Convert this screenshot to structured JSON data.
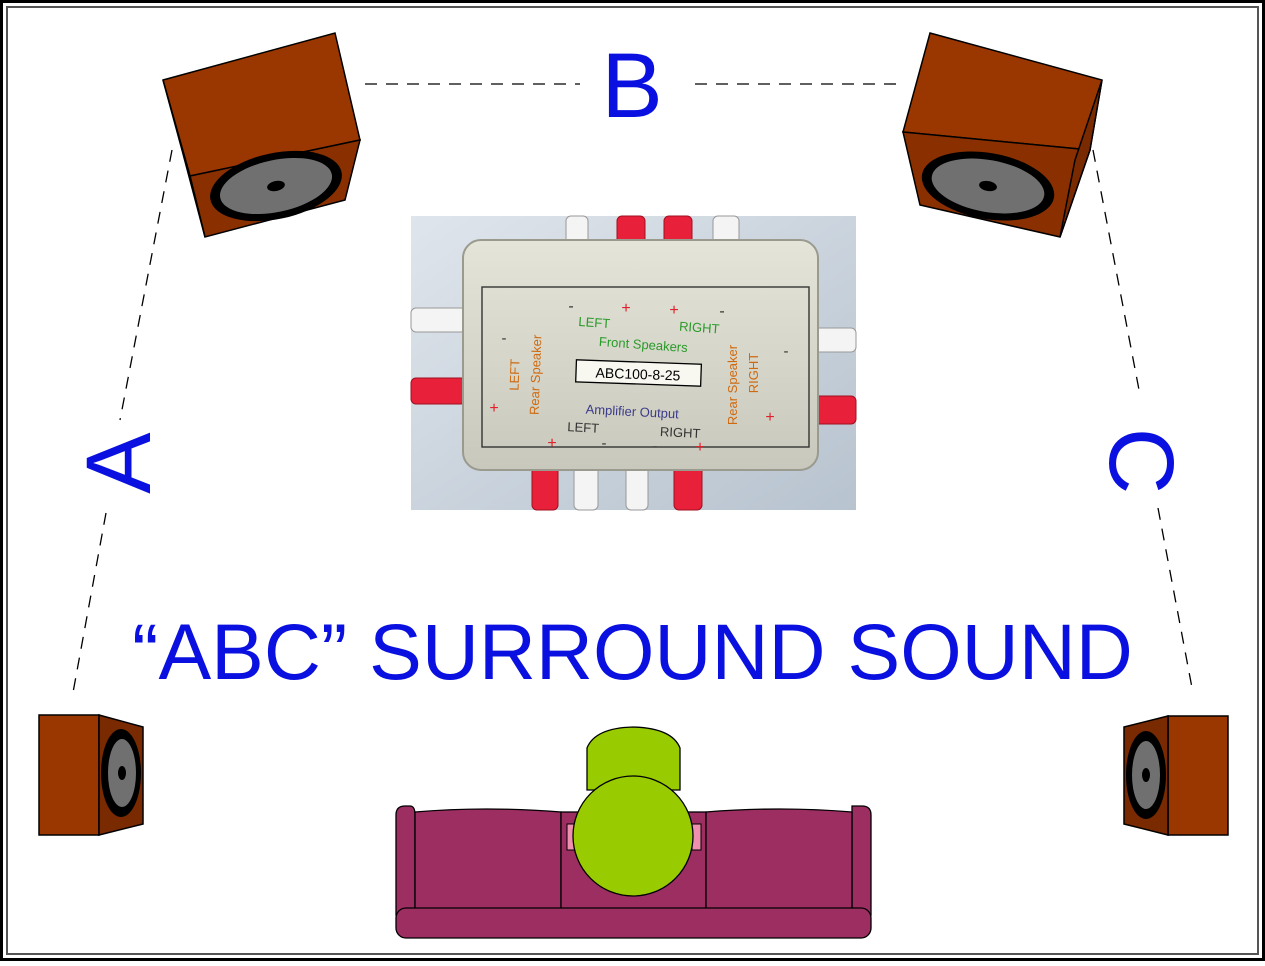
{
  "labels": {
    "a": "A",
    "b": "B",
    "c": "C"
  },
  "title": "“ABC” SURROUND SOUND",
  "device": {
    "model": "ABC100-8-25",
    "front_left": "LEFT",
    "front_right": "RIGHT",
    "front_caption": "Front Speakers",
    "rear_left_side": "LEFT",
    "rear_left_caption": "Rear Speaker",
    "rear_right_caption": "Rear Speaker",
    "rear_right_side": "RIGHT",
    "amp_caption": "Amplifier Output",
    "amp_left": "LEFT",
    "amp_right": "RIGHT",
    "plus": "+",
    "minus": "-"
  },
  "colors": {
    "label_blue": "#0a10e0",
    "speaker_face": "#9a3600",
    "speaker_side": "#7a2a00",
    "sofa": "#9c2e62",
    "listener": "#99cc00",
    "device_green": "#2a9a2a",
    "device_orange": "#d06a10",
    "device_navy": "#3a3a8a",
    "device_red": "#e0202a"
  }
}
